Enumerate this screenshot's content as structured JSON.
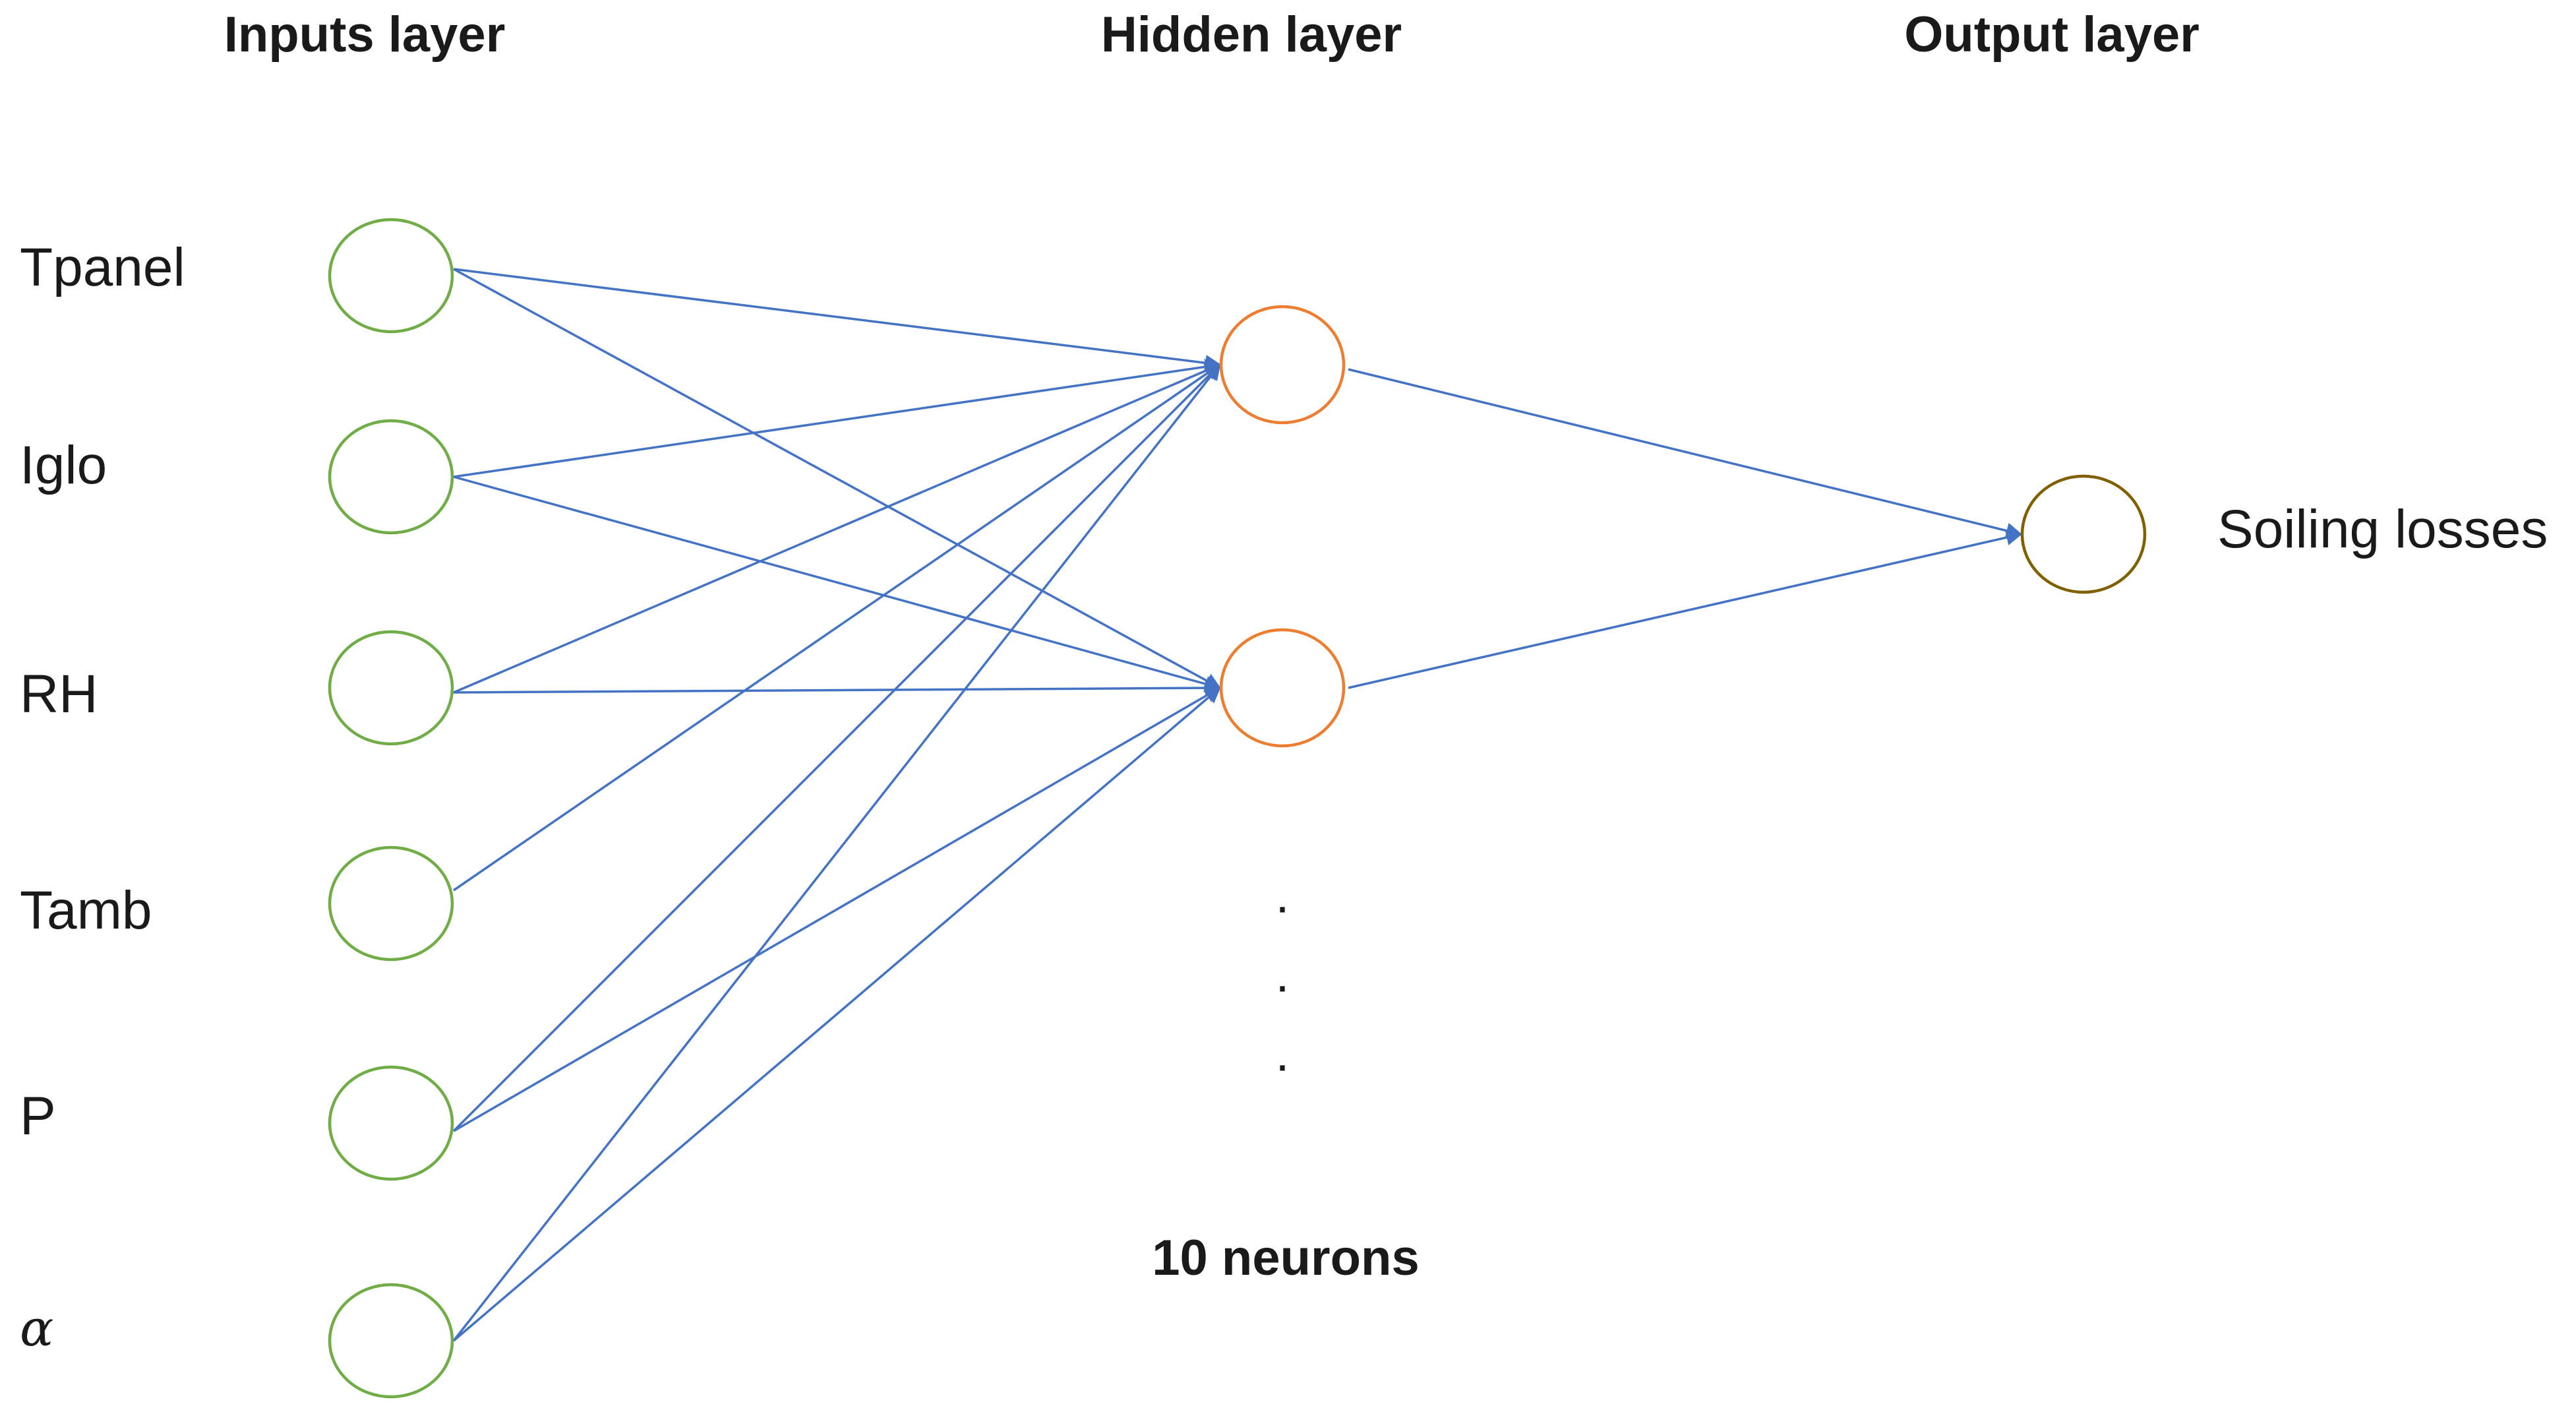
{
  "layers": {
    "input_title": "Inputs layer",
    "hidden_title": "Hidden layer",
    "output_title": "Output layer"
  },
  "inputs": [
    {
      "label": "Tpanel"
    },
    {
      "label": "Iglo"
    },
    {
      "label": "RH"
    },
    {
      "label": "Tamb"
    },
    {
      "label": "P"
    },
    {
      "label": "α"
    }
  ],
  "hidden": {
    "count_label": "10 neurons",
    "ellipsis": "·"
  },
  "output": {
    "label": "Soiling losses"
  },
  "colors": {
    "input_node": "#70ad47",
    "hidden_node": "#ed7d31",
    "output_node": "#806000",
    "edge": "#4472c4",
    "text": "#1a1a1a"
  }
}
